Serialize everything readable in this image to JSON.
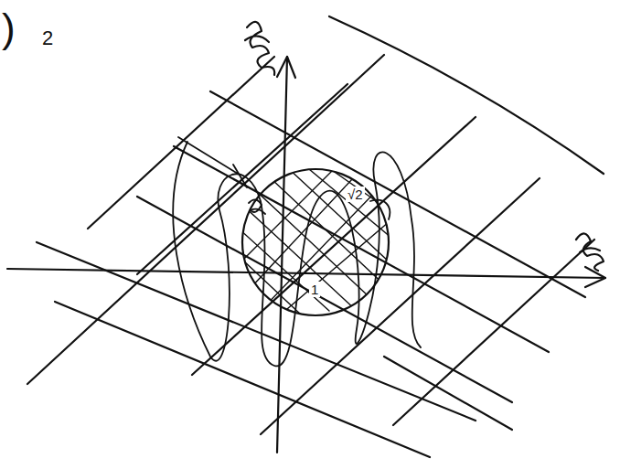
{
  "diagram": {
    "labels": [
      ")",
      "2",
      "√2",
      "1"
    ]
  }
}
